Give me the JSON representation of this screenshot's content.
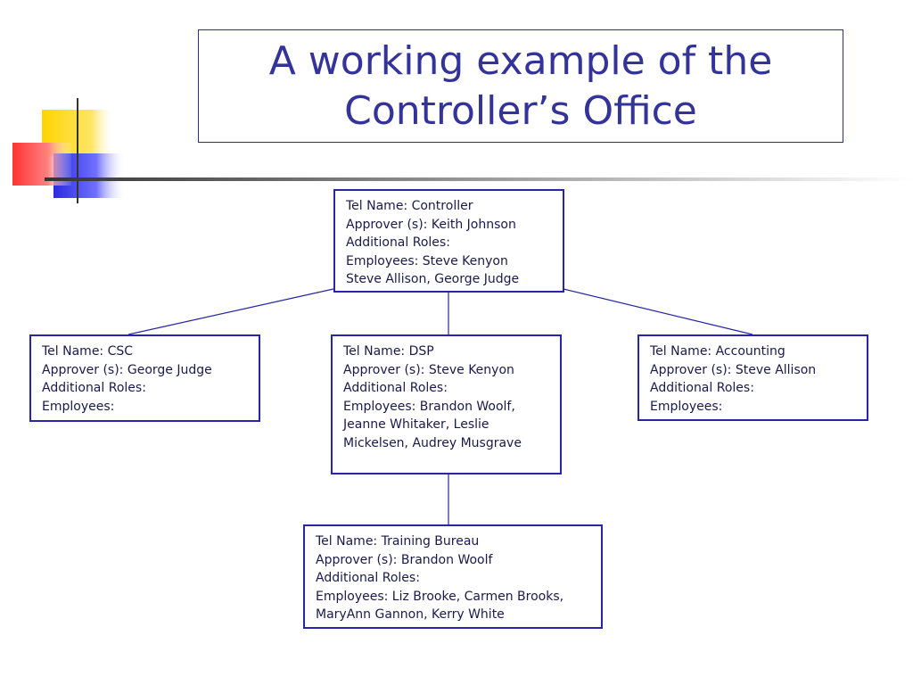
{
  "title": {
    "line1": "A working example of the",
    "line2": "Controller’s Office"
  },
  "nodes": {
    "controller": {
      "tel": "Tel Name: Controller",
      "approver": "Approver (s): Keith Johnson",
      "roles": "Additional Roles:",
      "employees1": "Employees: Steve Kenyon",
      "employees2": "Steve Allison, George Judge"
    },
    "csc": {
      "tel": "Tel Name: CSC",
      "approver": "Approver (s): George Judge",
      "roles": "Additional Roles:",
      "employees1": "Employees:"
    },
    "dsp": {
      "tel": "Tel Name: DSP",
      "approver": "Approver (s): Steve Kenyon",
      "roles": "Additional Roles:",
      "employees1": "Employees: Brandon Woolf,",
      "employees2": "Jeanne Whitaker, Leslie",
      "employees3": "Mickelsen, Audrey Musgrave"
    },
    "accounting": {
      "tel": "Tel Name: Accounting",
      "approver": "Approver (s): Steve Allison",
      "roles": "Additional Roles:",
      "employees1": "Employees:"
    },
    "training": {
      "tel": "Tel Name: Training Bureau",
      "approver": "Approver (s): Brandon Woolf",
      "roles": "Additional Roles:",
      "employees1": "Employees: Liz Brooke, Carmen Brooks,",
      "employees2": "MaryAnn Gannon, Kerry White"
    }
  },
  "colors": {
    "title_text": "#33339a",
    "box_border": "#2626a6",
    "connector": "#2626a6"
  }
}
